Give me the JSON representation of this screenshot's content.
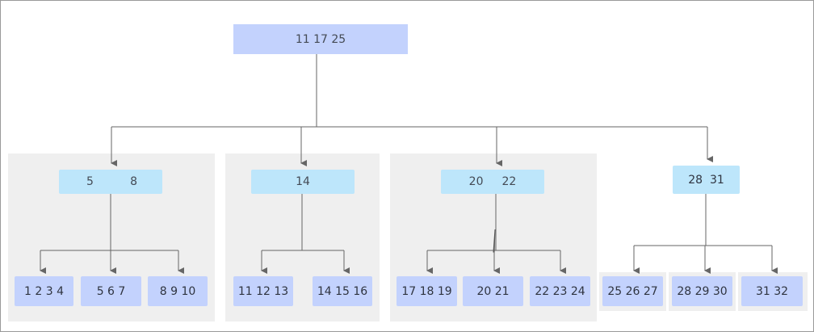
{
  "diagram": {
    "type": "b-tree",
    "root": {
      "label": "11 17 25"
    },
    "internal_nodes": [
      {
        "keys": [
          "5",
          "8"
        ]
      },
      {
        "keys": [
          "14"
        ]
      },
      {
        "keys": [
          "20",
          "22"
        ]
      },
      {
        "label": "28  31"
      }
    ],
    "leaves": [
      [
        "1 2 3 4",
        "5 6 7",
        "8 9 10"
      ],
      [
        "11 12 13",
        "14 15 16"
      ],
      [
        "17 18 19",
        "20 21",
        "22 23 24"
      ],
      [
        "25 26 27",
        "28 29 30",
        "31 32"
      ]
    ]
  },
  "colors": {
    "root_fill": "#c3d2fd",
    "internal_fill": "#bde6fb",
    "leaf_fill": "#c3d2fd",
    "group_fill": "#efefef",
    "edge": "#666666",
    "border": "#9a9a9a"
  }
}
